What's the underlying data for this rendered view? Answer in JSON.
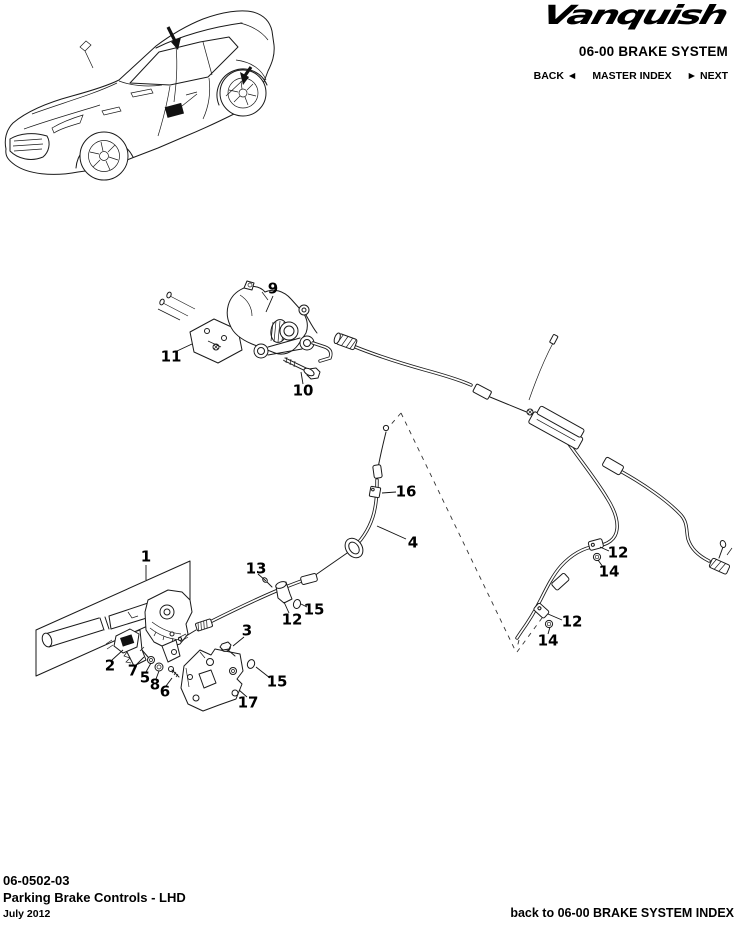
{
  "header": {
    "logo_text": "Vanquish",
    "section_title": "06-00 BRAKE SYSTEM",
    "nav": {
      "back": "BACK",
      "back_arrow": "◄",
      "master_index": "MASTER INDEX",
      "next_arrow": "►",
      "next": "NEXT"
    }
  },
  "diagram": {
    "callouts": {
      "c1": "1",
      "c2": "2",
      "c3": "3",
      "c4": "4",
      "c5": "5",
      "c6": "6",
      "c7": "7",
      "c8": "8",
      "c9": "9",
      "c10": "10",
      "c11": "11",
      "c13": "13",
      "c16": "16",
      "c17": "17",
      "c12_front": "12",
      "c15_front": "15",
      "c15_bracket": "15",
      "c12_rear_upper": "12",
      "c14_rear_upper": "14",
      "c12_rear_lower": "12",
      "c14_rear_lower": "14"
    }
  },
  "footer": {
    "doc_number": "06-0502-03",
    "title": "Parking Brake Controls - LHD",
    "date": "July 2012",
    "back_link": "back to 06-00 BRAKE SYSTEM INDEX"
  }
}
